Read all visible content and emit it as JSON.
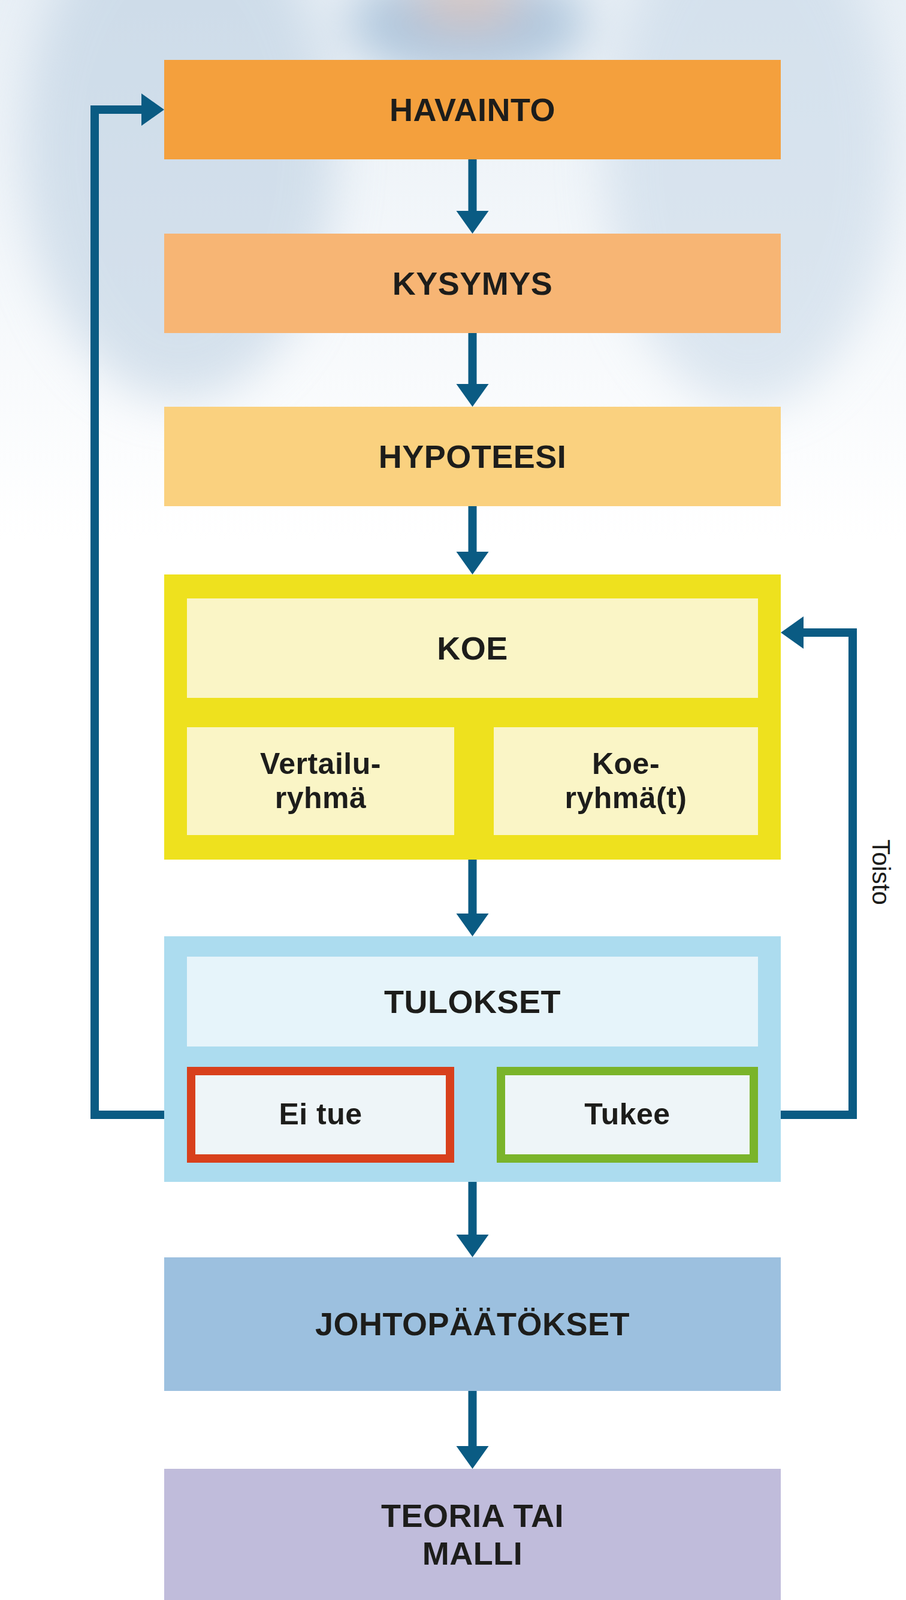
{
  "diagram": {
    "nodes": [
      {
        "text": [
          "HAVAINTO"
        ]
      },
      {
        "text": [
          "KYSYMYS"
        ]
      },
      {
        "text": [
          "HYPOTEESI"
        ]
      },
      {
        "text": [
          "KOE"
        ]
      },
      {
        "text": [
          "Vertailu- ryhmä"
        ],
        "in": 3
      },
      {
        "text": [
          "Koe- ryhmä(t)"
        ],
        "in": 3
      },
      {
        "text": [
          "TULOKSET"
        ]
      },
      {
        "text": [
          "Ei tue"
        ],
        "in": 6
      },
      {
        "text": [
          "Tukee"
        ],
        "in": 6
      },
      {
        "text": [
          "JOHTOPÄÄTÖKSET"
        ]
      },
      {
        "text": [
          "TEORIA TAI MALLI"
        ]
      }
    ],
    "edges": [
      {
        "from": 0,
        "to": 1,
        "arrow": "to"
      },
      {
        "from": 1,
        "to": 2,
        "arrow": "to"
      },
      {
        "from": 2,
        "to": 3,
        "arrow": "to"
      },
      {
        "from": 3,
        "to": 6,
        "arrow": "to"
      },
      {
        "from": 6,
        "to": 9,
        "arrow": "to"
      },
      {
        "from": 9,
        "to": 10,
        "arrow": "to"
      },
      {
        "from": 7,
        "to": 0,
        "arrow": "to"
      },
      {
        "from": 8,
        "to": 3,
        "label": "Toisto",
        "arrow": "to"
      }
    ]
  }
}
